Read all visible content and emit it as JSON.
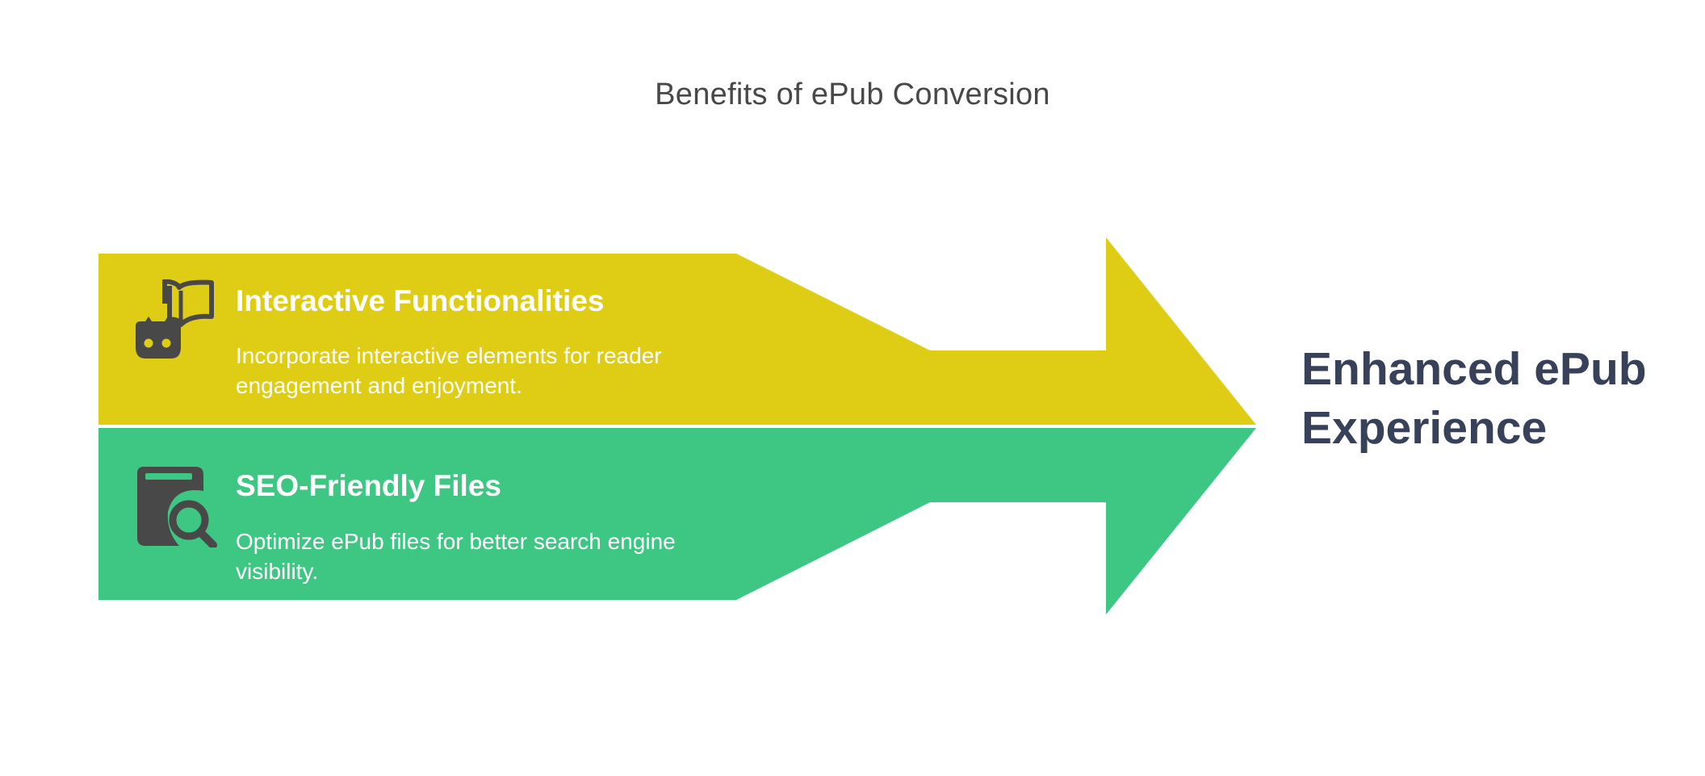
{
  "title": "Benefits of ePub Conversion",
  "colors": {
    "top_band": "#dfcc15",
    "bottom_band": "#3ec683",
    "icon": "#484848",
    "outcome_text": "#37425a",
    "title_text": "#484848"
  },
  "items": [
    {
      "title": "Interactive Functionalities",
      "description": "Incorporate interactive elements for reader engagement and enjoyment.",
      "icon": "book-gamepad-icon"
    },
    {
      "title": "SEO-Friendly Files",
      "description": "Optimize ePub files for better search engine visibility.",
      "icon": "book-search-icon"
    }
  ],
  "outcome": "Enhanced ePub Experience"
}
